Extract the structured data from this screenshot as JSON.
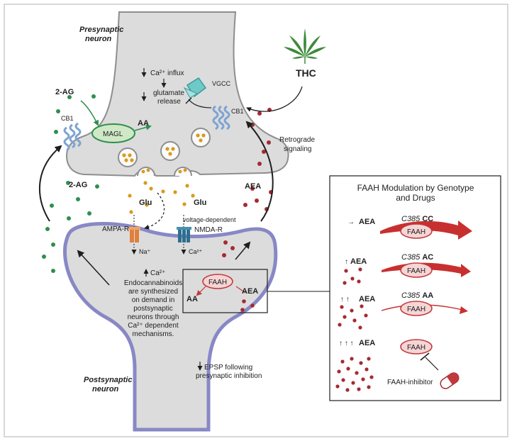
{
  "labels": {
    "presynaptic_line1": "Presynaptic",
    "presynaptic_line2": "neuron",
    "postsynaptic_line1": "Postsynaptic",
    "postsynaptic_line2": "neuron",
    "ca_influx": "Ca²⁺ influx",
    "glutamate_line1": "glutamate",
    "glutamate_line2": "release",
    "vgcc": "VGCC",
    "thc": "THC",
    "two_ag_top": "2-AG",
    "two_ag_left": "2-AG",
    "cb1_left": "CB1",
    "cb1_right": "CB1",
    "magl": "MAGL",
    "aa_top": "AA",
    "retro_line1": "Retrograde",
    "retro_line2": "signaling",
    "glu_left": "Glu",
    "glu_right": "Glu",
    "aea_mid": "AEA",
    "ampa": "AMPA-R",
    "voltage_dep": "voltage-dependent",
    "nmda": "NMDA-R",
    "na": "Na⁺",
    "ca_nmda": "Ca²⁺",
    "ca_up": "Ca²⁺",
    "endo_lines": [
      "Endocannabinoids",
      "are synthesized",
      "on demand in",
      "postsynaptic",
      "neurons through",
      "Ca²⁺ dependent",
      "mechanisms."
    ],
    "faah_inset": "FAAH",
    "aa_inset": "AA",
    "aea_inset": "AEA",
    "epsp_line1": "EPSP following",
    "epsp_line2": "presynaptic inhibition"
  },
  "panel": {
    "title_line1": "FAAH Modulation by Genotype",
    "title_line2": "and Drugs",
    "rows": [
      {
        "arrows": "→",
        "aea": "AEA",
        "gene": "C385",
        "genotype": "CC",
        "enzyme": "FAAH"
      },
      {
        "arrows": "↑",
        "aea": "AEA",
        "gene": "C385",
        "genotype": "AC",
        "enzyme": "FAAH"
      },
      {
        "arrows": "↑ ↑",
        "aea": "AEA",
        "gene": "C385",
        "genotype": "AA",
        "enzyme": "FAAH"
      },
      {
        "arrows": "↑ ↑ ↑",
        "aea": "AEA",
        "gene": "",
        "genotype": "",
        "enzyme": "FAAH"
      }
    ],
    "inhibitor": "FAAH-inhibitor"
  },
  "colors": {
    "neuron_fill": "#dcdcdc",
    "neuron_stroke": "#8e8e8e",
    "post_membrane": "#8888c6",
    "two_ag": "#2f8f4e",
    "aea": "#a52a32",
    "glu": "#d99a1c",
    "faah_fill": "#f6d5d5",
    "faah_stroke": "#c0393d",
    "faah_arrow": "#c8302f",
    "magl_fill": "#cfe8c6",
    "magl_stroke": "#2f8f4e",
    "receptor": "#7da3d1",
    "ampa": "#e0803c",
    "nmda": "#2d6e8e",
    "leaf": "#3d8a3a"
  }
}
